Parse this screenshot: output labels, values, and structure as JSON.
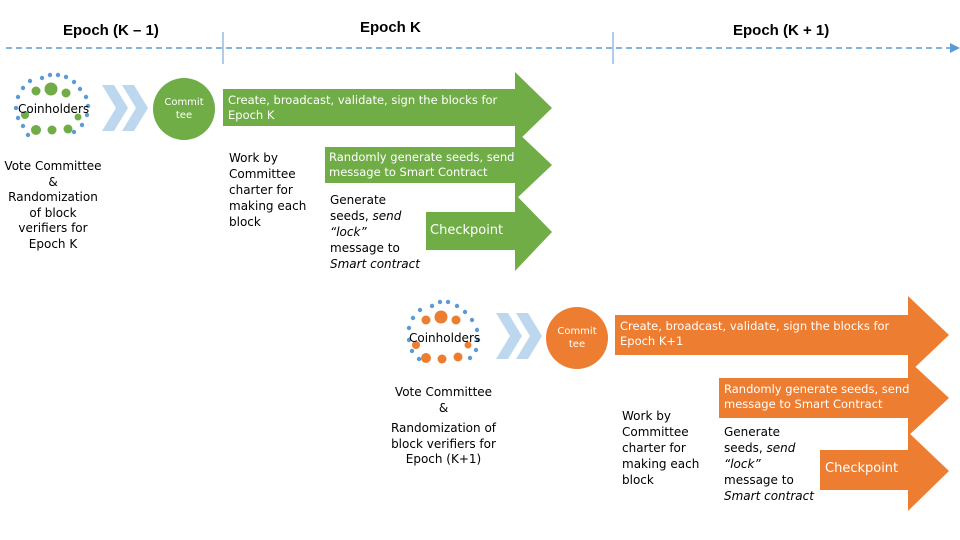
{
  "header": {
    "epoch_prev": "Epoch (K – 1)",
    "epoch_k": "Epoch K",
    "epoch_next": "Epoch (K + 1)"
  },
  "colors": {
    "timeline": "#5b9bd5",
    "green": "#70ad47",
    "green_dark": "#548235",
    "orange": "#ed7d31",
    "orange_dark": "#c55a11",
    "chevron": "#bdd7ee",
    "dot_blue": "#5b9bd5"
  },
  "group_k": {
    "coinholders": "Coinholders",
    "committee": "Commit tee",
    "vote_lines": [
      "Vote Committee",
      "&",
      "Randomization",
      "of block",
      "verifiers for",
      "Epoch K"
    ],
    "arrow1": "Create, broadcast, validate, sign the blocks for Epoch K",
    "arrow2": "Randomly generate seeds,  send message to Smart Contract",
    "arrow3": "Checkpoint",
    "work_lines": [
      "Work by",
      "Committee",
      "charter for",
      "making each",
      "block"
    ],
    "gen_line1": "Generate",
    "gen_line2a": "seeds, ",
    "gen_line2b": "send",
    "gen_line3": "“lock”",
    "gen_line4": "message to",
    "gen_line5": "Smart contract"
  },
  "group_k1": {
    "coinholders": "Coinholders",
    "committee": "Commit tee",
    "vote_lines": [
      "Vote Committee",
      "&",
      "Randomization of",
      "block verifiers for",
      "Epoch (K+1)"
    ],
    "arrow1": "Create, broadcast, validate, sign the blocks for Epoch K+1",
    "arrow2": "Randomly generate  seeds, send message to Smart Contract",
    "arrow3": "Checkpoint",
    "work_lines": [
      "Work by",
      "Committee",
      "charter for",
      "making each",
      "block"
    ],
    "gen_line1": "Generate",
    "gen_line2a": "seeds, ",
    "gen_line2b": "send",
    "gen_line3": "“lock”",
    "gen_line4": "message to",
    "gen_line5": "Smart contract"
  }
}
